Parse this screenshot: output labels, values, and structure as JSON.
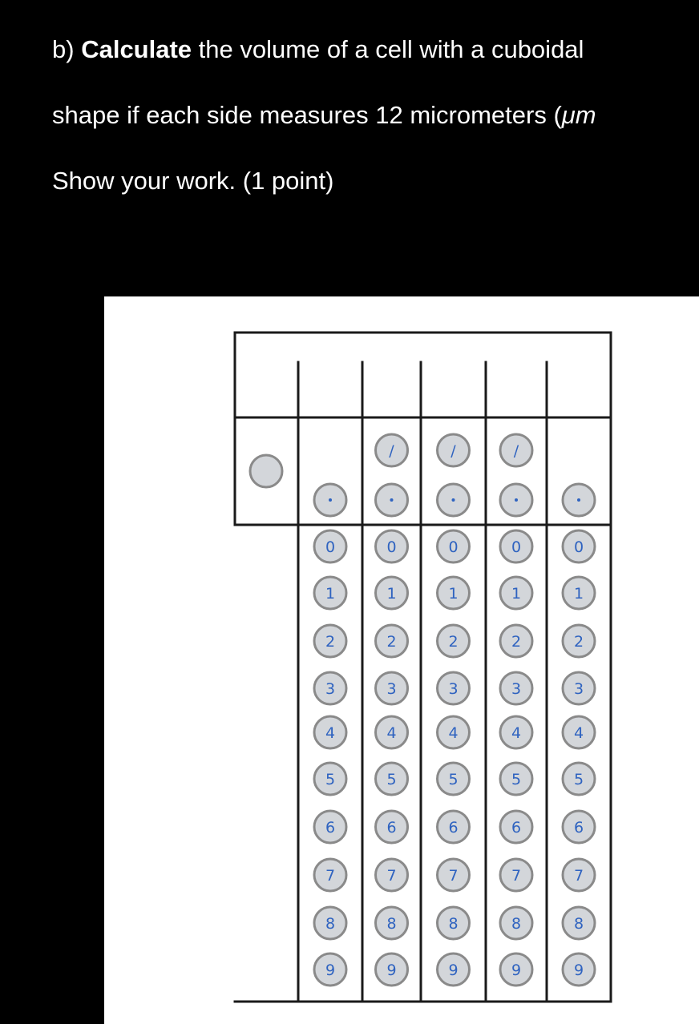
{
  "question": {
    "part_label": "b)",
    "bold_verb": "Calculate",
    "line1_rest": " the volume of a cell with a cuboidal",
    "line2_text": "shape if each side measures 12 micrometers (",
    "line2_unit": "μm",
    "line3_text": "Show your work. (1 point)"
  },
  "answer_grid": {
    "columns": 5,
    "sign_bubble": {
      "label": "",
      "name": "negative-sign"
    },
    "fraction_bar_symbol": "/",
    "fraction_bar_columns": [
      1,
      2,
      3
    ],
    "decimal_symbol": "·",
    "digits": [
      "0",
      "1",
      "2",
      "3",
      "4",
      "5",
      "6",
      "7",
      "8",
      "9"
    ],
    "answer_boxes": [
      "",
      "",
      "",
      "",
      ""
    ],
    "colors": {
      "bubble_fill": "#d3d6da",
      "bubble_stroke": "#8a8a8a",
      "label_blue": "#2f63c0",
      "grid_line": "#1a1a1a"
    }
  }
}
